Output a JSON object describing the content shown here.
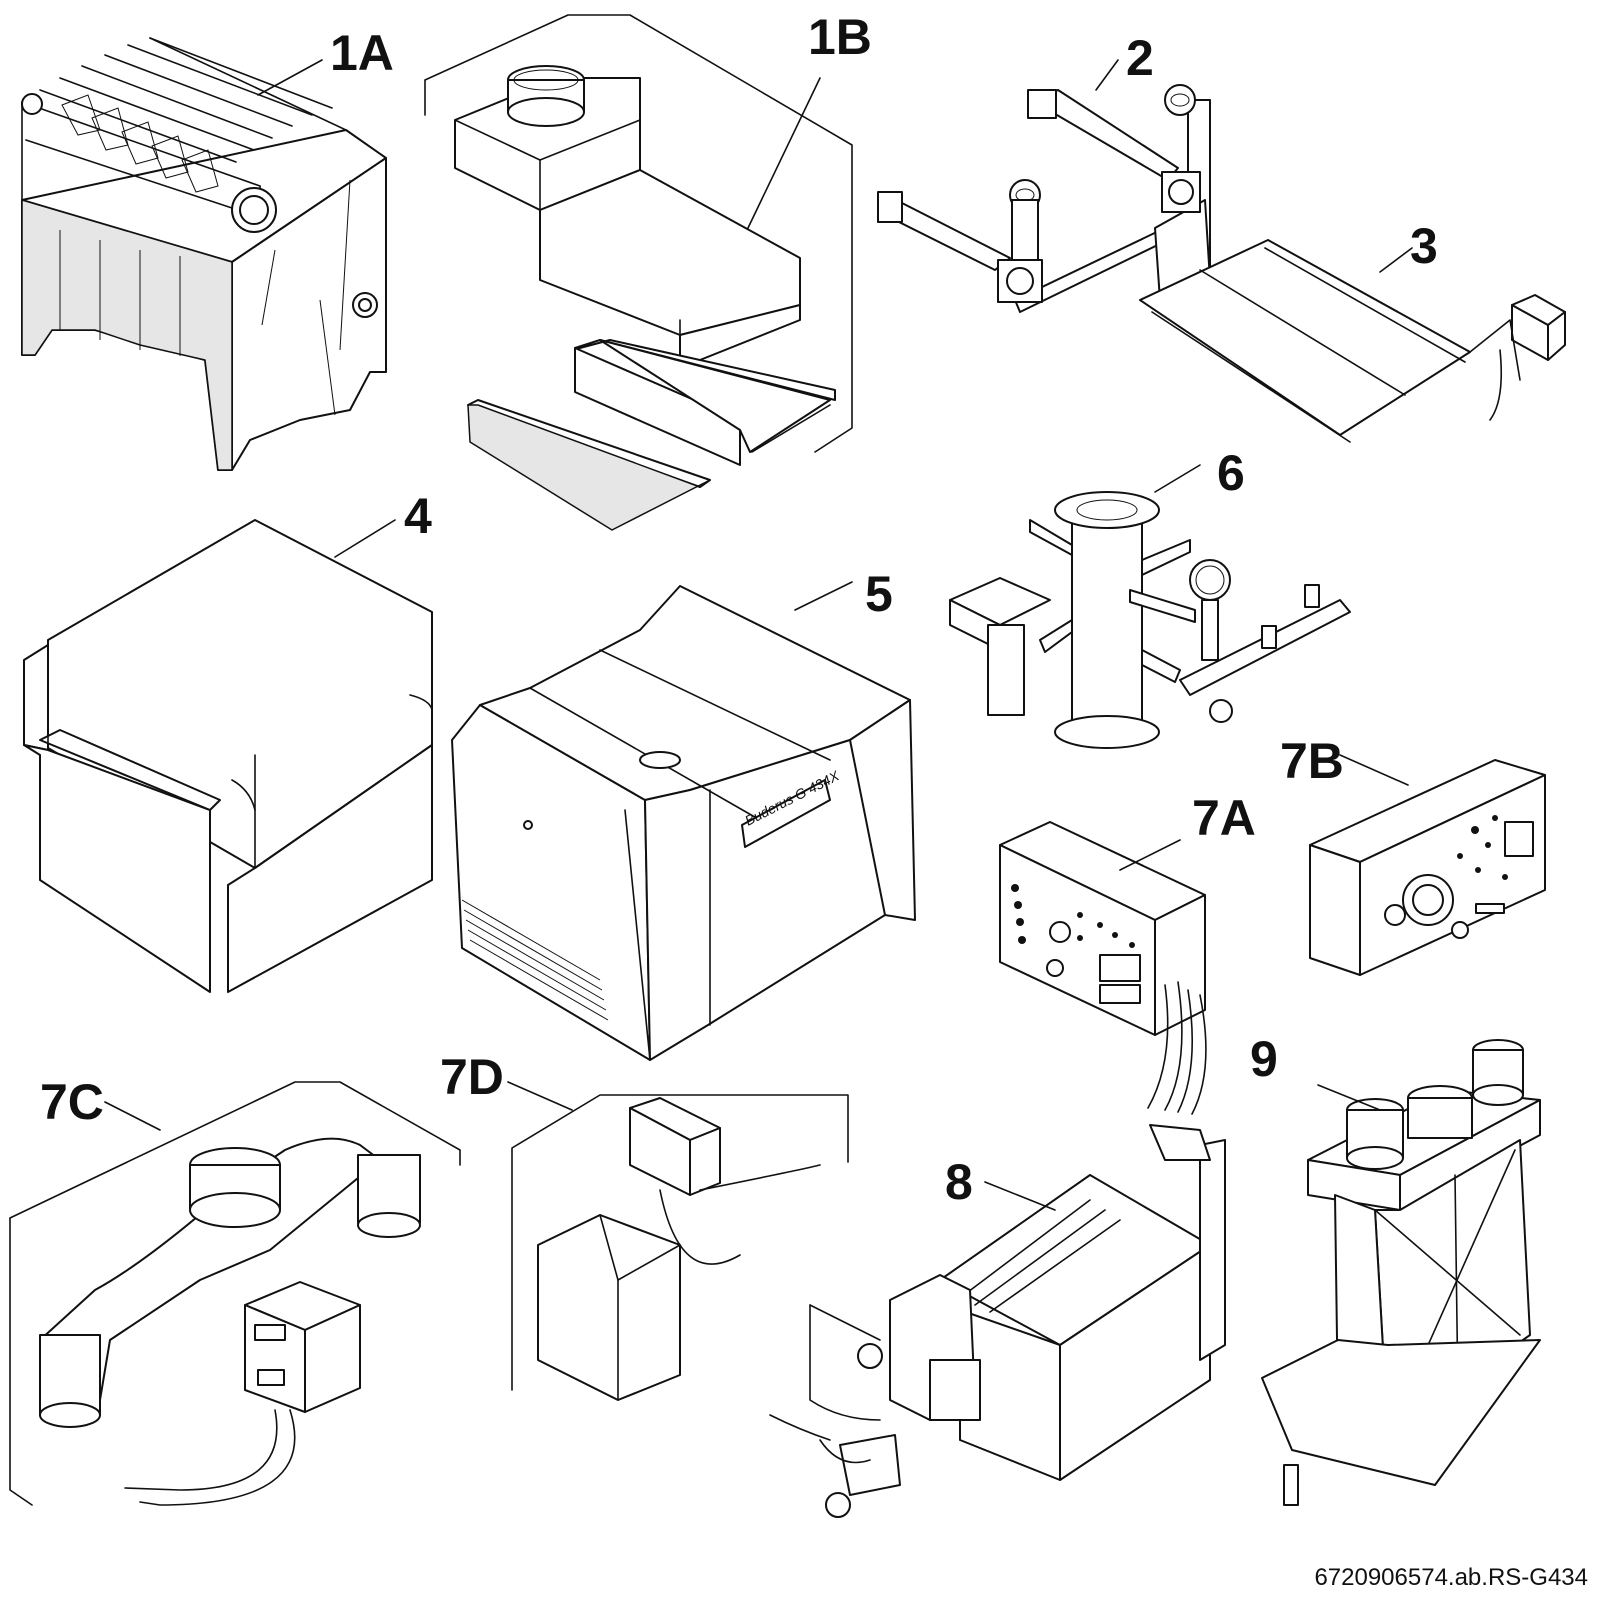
{
  "drawing": {
    "reference_code": "6720906574.ab.RS-G434",
    "brand_plate": "Buderus G 434X"
  },
  "parts": [
    {
      "id": "1A",
      "icon": "cast-iron-boiler-block-icon"
    },
    {
      "id": "1B",
      "icon": "flue-gas-collector-icon"
    },
    {
      "id": "2",
      "icon": "supply-return-pipe-assembly-icon"
    },
    {
      "id": "3",
      "icon": "burner-rail-plate-icon"
    },
    {
      "id": "4",
      "icon": "insulation-jacket-icon"
    },
    {
      "id": "5",
      "icon": "boiler-casing-icon"
    },
    {
      "id": "6",
      "icon": "header-manifold-gauge-icon"
    },
    {
      "id": "7A",
      "icon": "control-box-icon"
    },
    {
      "id": "7B",
      "icon": "control-panel-dial-icon"
    },
    {
      "id": "7C",
      "icon": "vent-pipe-kit-icon"
    },
    {
      "id": "7D",
      "icon": "wiring-module-kit-icon"
    },
    {
      "id": "8",
      "icon": "gas-burner-assembly-icon"
    },
    {
      "id": "9",
      "icon": "draft-hood-with-fans-icon"
    }
  ]
}
